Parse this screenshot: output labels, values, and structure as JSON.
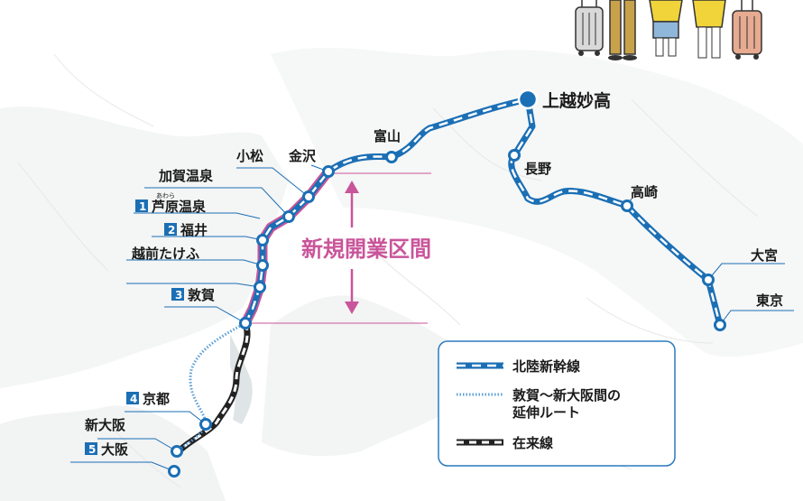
{
  "colors": {
    "shinkansen": "#1b6fb5",
    "new_section": "#c9559a",
    "extension": "#5b9fd6",
    "conventional": "#222222",
    "number_badge": "#1b6fb5",
    "legend_border": "#2b7bbf"
  },
  "highlight": {
    "label": "新規開業区間"
  },
  "stations": {
    "joetsumyoko": "上越妙高",
    "toyama": "富山",
    "kanazawa": "金沢",
    "komatsu": "小松",
    "kagaonsen": "加賀温泉",
    "awaraonsen": "芦原温泉",
    "awaraonsen_ruby": "あわら",
    "fukui": "福井",
    "echizentakefu": "越前たけふ",
    "tsuruga": "敦賀",
    "kyoto": "京都",
    "shinosaka": "新大阪",
    "osaka": "大阪",
    "nagano": "長野",
    "takasaki": "高崎",
    "omiya": "大宮",
    "tokyo": "東京"
  },
  "badges": {
    "awaraonsen": "1",
    "fukui": "2",
    "tsuruga": "3",
    "kyoto": "4",
    "osaka": "5"
  },
  "legend": {
    "shinkansen": "北陸新幹線",
    "extension_line1": "敦賀〜新大阪間の",
    "extension_line2": "延伸ルート",
    "conventional": "在来線"
  },
  "decoration": {
    "travelers-illustration-icon": "travelers-with-suitcases"
  }
}
